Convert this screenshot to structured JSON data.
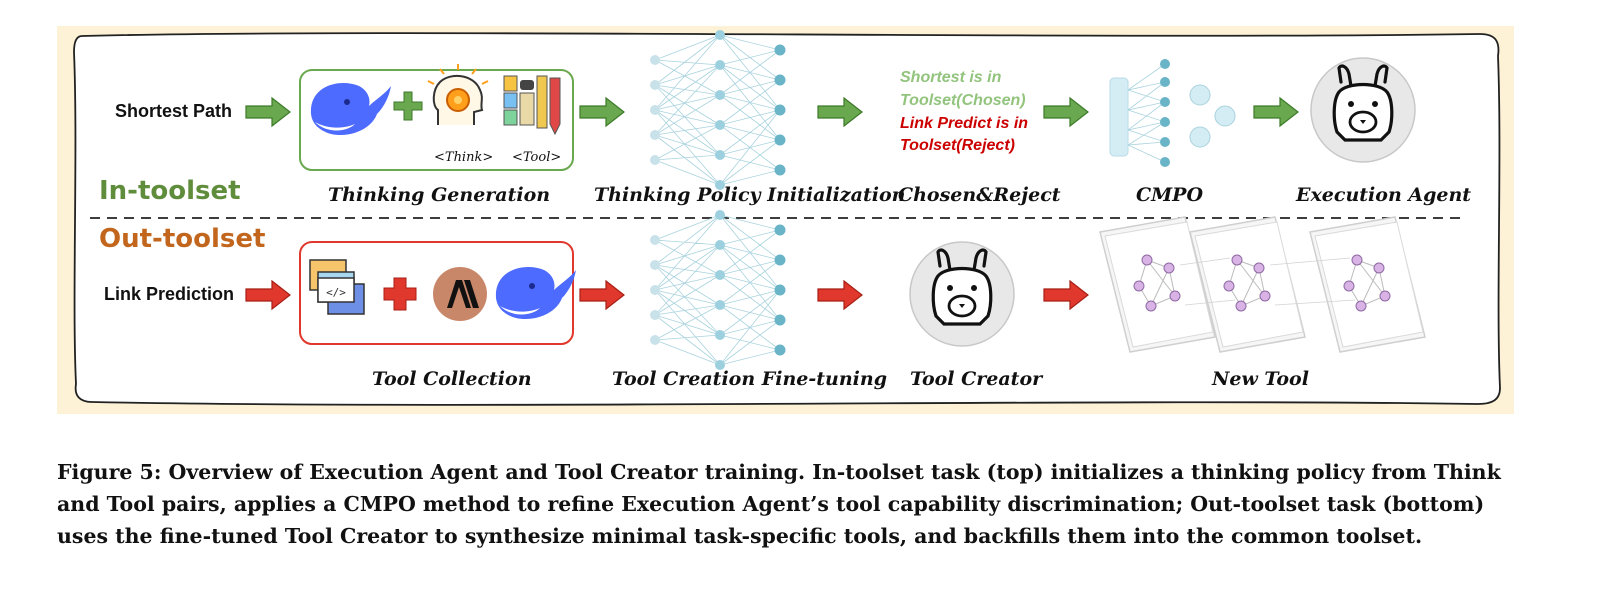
{
  "in_toolset": {
    "title": "In-toolset",
    "color": "#5f8d3c",
    "input_label": "Shortest Path",
    "tags": {
      "think": "<Think>",
      "tool": "<Tool>"
    },
    "stages": [
      "Thinking Generation",
      "Thinking Policy Initialization",
      "Chosen&Reject",
      "CMPO",
      "Execution Agent"
    ],
    "chosen_lines": [
      "Shortest is in",
      "Toolset(Chosen)"
    ],
    "reject_lines": [
      "Link Predict is in",
      "Toolset(Reject)"
    ],
    "chosen_color": "#92c47d",
    "reject_color": "#cc0000"
  },
  "out_toolset": {
    "title": "Out-toolset",
    "color": "#c2661d",
    "input_label": "Link Prediction",
    "stages": [
      "Tool Collection",
      "Tool Creation Fine-tuning",
      "Tool Creator",
      "New Tool"
    ]
  },
  "caption_lines": [
    "Figure 5: Overview of Execution Agent and Tool Creator training. In-toolset task (top) initializes a thinking policy from Think",
    "and Tool pairs, applies a CMPO method to refine Execution Agent’s tool capability discrimination; Out-toolset task (bottom)",
    "uses the fine-tuned Tool Creator to synthesize minimal task-specific tools, and backfills them into the common toolset."
  ],
  "colors": {
    "panel_bg": "#fdf1d6",
    "green_arrow": "#6aa84f",
    "red_arrow": "#e0382c"
  },
  "icons": [
    "whale-icon",
    "plus-icon",
    "thinking-head-icon",
    "toolbox-icon",
    "neural-network-icon",
    "llama-icon",
    "code-window-icon",
    "anthropic-icon",
    "graph-card-icon"
  ]
}
